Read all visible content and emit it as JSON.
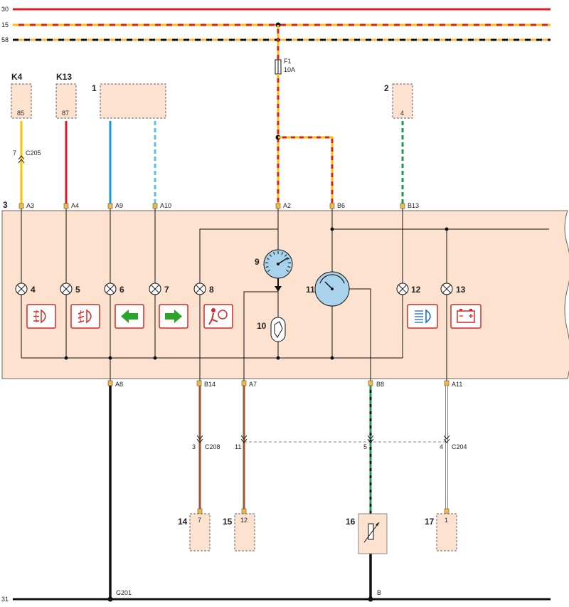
{
  "rails": [
    {
      "label": "30",
      "colors": [
        "#e01b24"
      ]
    },
    {
      "label": "15",
      "colors": [
        "#e01b24",
        "#f5c400"
      ]
    },
    {
      "label": "58",
      "colors": [
        "#f5b840",
        "#111111"
      ]
    },
    {
      "label": "31",
      "colors": [
        "#111111"
      ]
    }
  ],
  "fuse": {
    "name": "F1",
    "rating": "10A"
  },
  "components": {
    "k4": {
      "name": "K4",
      "pin": "85"
    },
    "k13": {
      "name": "K13",
      "pin": "87"
    },
    "c1": {
      "name": "1"
    },
    "c2": {
      "name": "2",
      "pin": "4"
    },
    "cluster": {
      "name": "3"
    },
    "c14": {
      "name": "14",
      "pin": "7"
    },
    "c15": {
      "name": "15",
      "pin": "12"
    },
    "c16": {
      "name": "16"
    },
    "c17": {
      "name": "17",
      "pin": "1"
    }
  },
  "connectors": {
    "c205": {
      "name": "C205",
      "pin": "7"
    },
    "c208": {
      "name": "C208",
      "pin": "3"
    },
    "c204": {
      "name": "C204",
      "pins": [
        "11",
        "5",
        "4"
      ]
    }
  },
  "cluster_pins_top": [
    "A3",
    "A4",
    "A9",
    "A10",
    "A2",
    "B6",
    "B13"
  ],
  "cluster_pins_bottom": [
    "A8",
    "B14",
    "A7",
    "B8",
    "A11"
  ],
  "lamps": [
    "4",
    "5",
    "6",
    "7",
    "8",
    "12",
    "13"
  ],
  "gauges": [
    "9",
    "10",
    "11"
  ],
  "grounds": {
    "main": "G201",
    "sensor": "B"
  },
  "colors": {
    "red": "#e01b24",
    "yellow": "#f5c400",
    "blue": "#1a9ad6",
    "light_blue": "#5cc3e8",
    "green": "#1b9a4b",
    "brown": "#a0522d",
    "black": "#111111",
    "panel_fill": "#fde3cf",
    "gauge_fill": "#a9d3ec",
    "icon_red": "#d62828",
    "icon_green": "#2aa52a",
    "icon_blue": "#1565c0"
  }
}
